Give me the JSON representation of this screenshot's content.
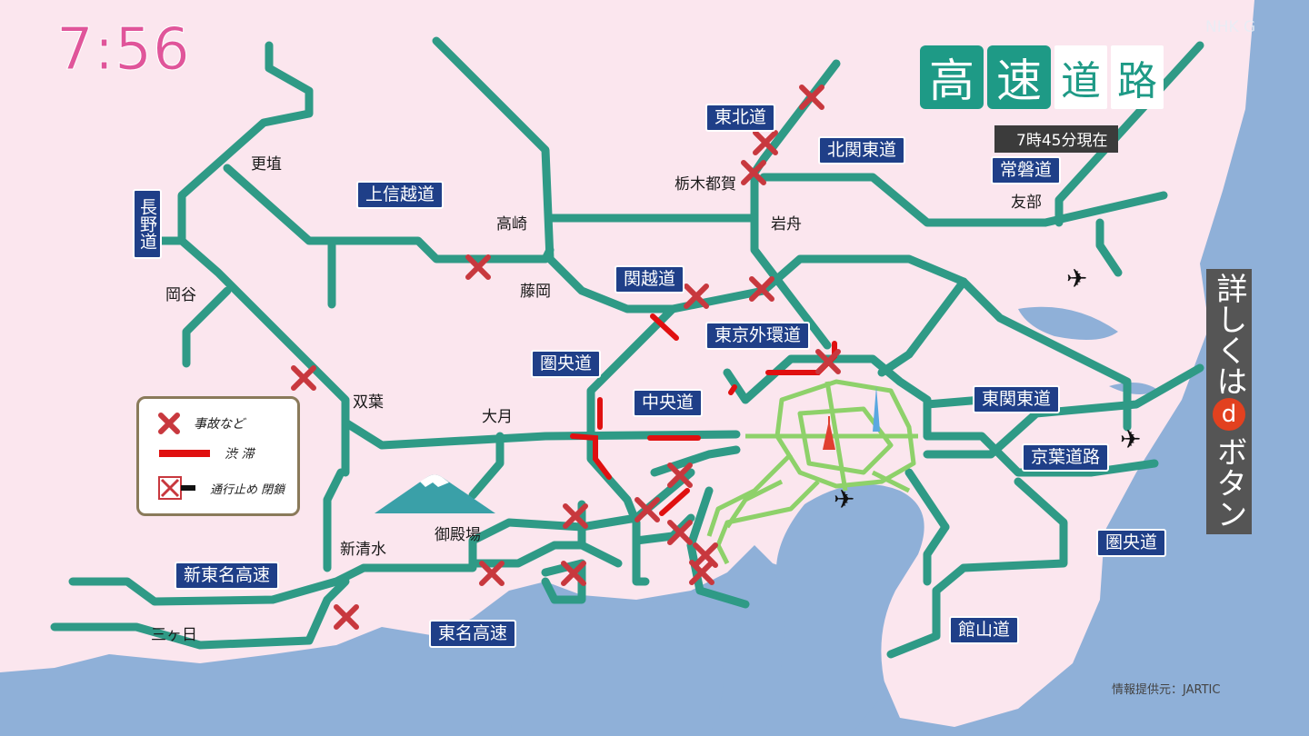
{
  "clock": "7:56",
  "logo": "NHK G",
  "title": {
    "chars": [
      "高",
      "速",
      "道",
      "路"
    ]
  },
  "as_of": "7時45分現在",
  "highways": [
    {
      "name": "東北道"
    },
    {
      "name": "北関東道"
    },
    {
      "name": "常磐道"
    },
    {
      "name": "上信越道"
    },
    {
      "name": "長野道"
    },
    {
      "name": "関越道"
    },
    {
      "name": "東京外環道"
    },
    {
      "name": "圏央道"
    },
    {
      "name": "中央道"
    },
    {
      "name": "東関東道"
    },
    {
      "name": "京葉道路"
    },
    {
      "name": "圏央道"
    },
    {
      "name": "新東名高速"
    },
    {
      "name": "東名高速"
    },
    {
      "name": "館山道"
    }
  ],
  "places": [
    "更埴",
    "栃木都賀",
    "岩舟",
    "友部",
    "高崎",
    "藤岡",
    "岡谷",
    "双葉",
    "大月",
    "新清水",
    "御殿場",
    "三ヶ日"
  ],
  "legend": {
    "accident": "事故など",
    "congestion": "渋 滞",
    "closure": "通行止め 閉鎖"
  },
  "sidebar": {
    "before": "詳しくは",
    "button": "d",
    "after": "ボタン"
  },
  "source": "情報提供元：JARTIC",
  "colors": {
    "sea": "#8fb0d8",
    "land": "#fbe6ee",
    "road": "#2f9a86",
    "metro_road": "#8ed16a",
    "congestion": "#e01010",
    "incident": "#c8383e",
    "label_bg": "#1f3f88"
  },
  "icons": [
    "accident-x-icon",
    "airplane-icon",
    "mount-fuji-icon",
    "tokyo-tower-icon",
    "skytree-icon"
  ]
}
